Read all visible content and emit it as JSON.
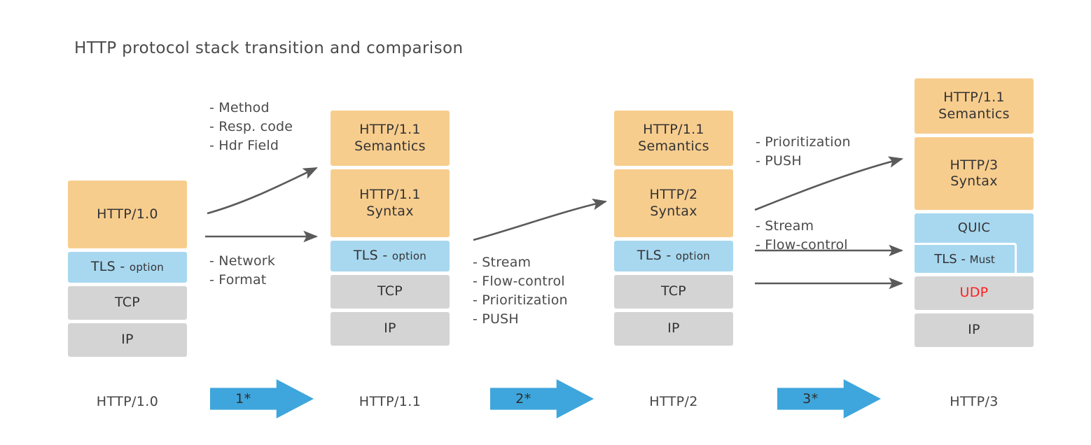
{
  "title": "HTTP protocol stack transition and comparison",
  "colors": {
    "orange": "#f7cd8e",
    "blue": "#a8d8f0",
    "grey": "#d4d4d4",
    "arrow_blue": "#3ea6dc",
    "accent_red": "#ff2020",
    "text": "#3c3c3c"
  },
  "columns": [
    {
      "caption": "HTTP/1.0",
      "layers": [
        {
          "label": "HTTP/1.0",
          "color": "orange"
        },
        {
          "label": "TLS - option",
          "color": "blue"
        },
        {
          "label": "TCP",
          "color": "grey"
        },
        {
          "label": "IP",
          "color": "grey"
        }
      ]
    },
    {
      "caption": "HTTP/1.1",
      "layers": [
        {
          "label": "HTTP/1.1 Semantics",
          "line1": "HTTP/1.1",
          "line2": "Semantics",
          "color": "orange"
        },
        {
          "label": "HTTP/1.1 Syntax",
          "line1": "HTTP/1.1",
          "line2": "Syntax",
          "color": "orange"
        },
        {
          "label": "TLS - option",
          "color": "blue"
        },
        {
          "label": "TCP",
          "color": "grey"
        },
        {
          "label": "IP",
          "color": "grey"
        }
      ]
    },
    {
      "caption": "HTTP/2",
      "layers": [
        {
          "label": "HTTP/1.1 Semantics",
          "line1": "HTTP/1.1",
          "line2": "Semantics",
          "color": "orange"
        },
        {
          "label": "HTTP/2 Syntax",
          "line1": "HTTP/2",
          "line2": "Syntax",
          "color": "orange"
        },
        {
          "label": "TLS - option",
          "color": "blue"
        },
        {
          "label": "TCP",
          "color": "grey"
        },
        {
          "label": "IP",
          "color": "grey"
        }
      ]
    },
    {
      "caption": "HTTP/3",
      "layers": [
        {
          "label": "HTTP/1.1 Semantics",
          "line1": "HTTP/1.1",
          "line2": "Semantics",
          "color": "orange"
        },
        {
          "label": "HTTP/3 Syntax",
          "line1": "HTTP/3",
          "line2": "Syntax",
          "color": "orange"
        },
        {
          "label": "QUIC",
          "color": "blue"
        },
        {
          "label": "TLS - Must",
          "color": "blue"
        },
        {
          "label": "UDP",
          "color": "grey",
          "text_color": "accent_red"
        },
        {
          "label": "IP",
          "color": "grey"
        }
      ]
    }
  ],
  "transitions": [
    {
      "arrow_label": "1*",
      "upper_notes": [
        "- Method",
        "- Resp. code",
        "- Hdr Field"
      ],
      "lower_notes": [
        "- Network",
        "- Format"
      ]
    },
    {
      "arrow_label": "2*",
      "upper_notes": [],
      "lower_notes": [
        "- Stream",
        "- Flow-control",
        "- Prioritization",
        "- PUSH"
      ]
    },
    {
      "arrow_label": "3*",
      "upper_notes": [
        "- Prioritization",
        "- PUSH"
      ],
      "lower_notes": [
        "- Stream",
        "- Flow-control"
      ]
    }
  ],
  "layer_text": {
    "tls_option_main": "TLS",
    "tls_option_dash": "-",
    "tls_option_qual": "option",
    "tls_must_main": "TLS",
    "tls_must_dash": "-",
    "tls_must_qual": "Must",
    "quic": "QUIC",
    "tcp": "TCP",
    "ip": "IP",
    "udp": "UDP",
    "http10": "HTTP/1.0"
  }
}
